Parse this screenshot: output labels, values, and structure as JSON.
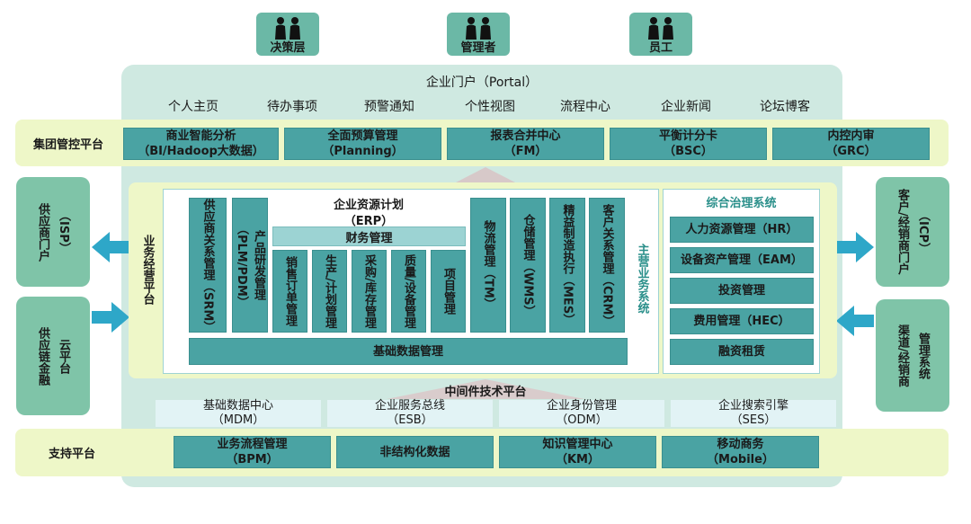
{
  "roles": [
    {
      "label": "决策层",
      "icon": "people-icon"
    },
    {
      "label": "管理者",
      "icon": "people-icon"
    },
    {
      "label": "员工",
      "icon": "people-icon"
    }
  ],
  "portal": {
    "title": "企业门户（Portal）",
    "items": [
      "个人主页",
      "待办事项",
      "预警通知",
      "个性视图",
      "流程中心",
      "企业新闻",
      "论坛博客"
    ]
  },
  "group_control": {
    "label": "集团管控平台",
    "boxes": [
      {
        "line1": "商业智能分析",
        "line2": "（BI/Hadoop大数据）"
      },
      {
        "line1": "全面预算管理",
        "line2": "（Planning）"
      },
      {
        "line1": "报表合并中心",
        "line2": "（FM）"
      },
      {
        "line1": "平衡计分卡",
        "line2": "（BSC）"
      },
      {
        "line1": "内控内审",
        "line2": "（GRC）"
      }
    ]
  },
  "left_side": [
    {
      "label": "供应商门户",
      "sub": "（ISP）"
    },
    {
      "label": "供应链金融",
      "sub": "云平台"
    }
  ],
  "right_side": [
    {
      "label": "客户/经销商门户",
      "sub": "（ICP）"
    },
    {
      "label": "渠道/经销商",
      "sub": "管理系统"
    }
  ],
  "biz_platform_label": "业务经营平台",
  "erp": {
    "title": "企业资源计划",
    "sub": "（ERP）",
    "finance": "财务管理",
    "finance_children": [
      "销售订单管理",
      "生产/计划管理",
      "采购/库存管理",
      "质量/设备管理",
      "项目管理"
    ],
    "left_cols": [
      "供应商关系管理（SRM）",
      "产品研发管理（PLM/PDM）"
    ],
    "right_cols": [
      "物流管理（TM）",
      "仓储管理（WMS）",
      "精益制造执行（MES）",
      "客户关系管理（CRM）"
    ],
    "base": "基础数据管理",
    "side_label": "主营业务系统"
  },
  "governance": {
    "title": "综合治理系统",
    "items": [
      "人力资源管理（HR）",
      "设备资产管理（EAM）",
      "投资管理",
      "费用管理（HEC）",
      "融资租赁"
    ]
  },
  "middleware": {
    "title": "中间件技术平台",
    "boxes": [
      {
        "line1": "基础数据中心",
        "line2": "（MDM）"
      },
      {
        "line1": "企业服务总线",
        "line2": "（ESB）"
      },
      {
        "line1": "企业身份管理",
        "line2": "（ODM）"
      },
      {
        "line1": "企业搜索引擎",
        "line2": "（SES）"
      }
    ]
  },
  "support": {
    "label": "支持平台",
    "boxes": [
      {
        "line1": "业务流程管理",
        "line2": "（BPM）"
      },
      {
        "line1": "非结构化数据",
        "line2": ""
      },
      {
        "line1": "知识管理中心",
        "line2": "（KM）"
      },
      {
        "line1": "移动商务",
        "line2": "（Mobile）"
      }
    ]
  },
  "colors": {
    "teal": "#4aa3a3",
    "band": "#eef7c8",
    "outer": "#cfe9e1",
    "arrow": "#2ea7c8",
    "side": "#7fc4a8"
  }
}
